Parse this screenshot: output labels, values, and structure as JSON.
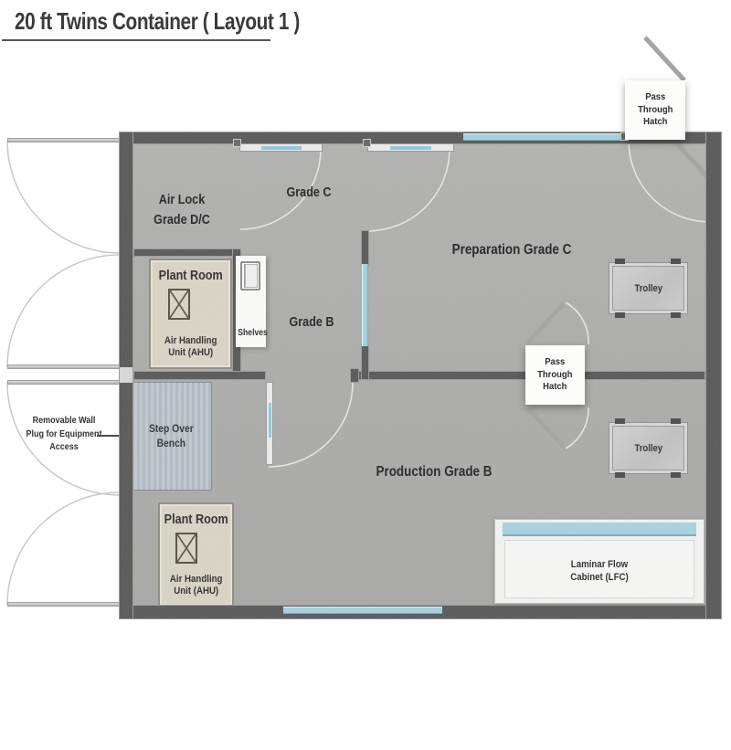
{
  "title": "20 ft Twins Container ( Layout 1 )",
  "rooms": {
    "air_lock": "Air Lock\nGrade D/C",
    "grade_c": "Grade C",
    "grade_b": "Grade B",
    "preparation": "Preparation Grade C",
    "production": "Production Grade B"
  },
  "equipment": {
    "plant_room_top": {
      "name": "Plant Room",
      "unit": "Air Handling\nUnit (AHU)"
    },
    "plant_room_bottom": {
      "name": "Plant Room",
      "unit": "Air Handling\nUnit (AHU)"
    },
    "shelves": "Shelves",
    "bench": "Step Over\nBench",
    "trolley_top": "Trolley",
    "trolley_bottom": "Trolley",
    "lfc": "Laminar Flow\nCabinet (LFC)",
    "hatch_top": "Pass\nThrough\nHatch",
    "hatch_middle": "Pass\nThrough\nHatch"
  },
  "annotations": {
    "removable_wall": "Removable Wall\nPlug for Equipment\nAccess"
  },
  "colors": {
    "floor": "#adadab",
    "wall": "#595959",
    "glass": "#a5d3e1",
    "plant_room_fill": "#d9d5c6",
    "bench_fill": "#bcc2ca",
    "white_box": "#fcfcfb",
    "text": "#2e2e30"
  }
}
